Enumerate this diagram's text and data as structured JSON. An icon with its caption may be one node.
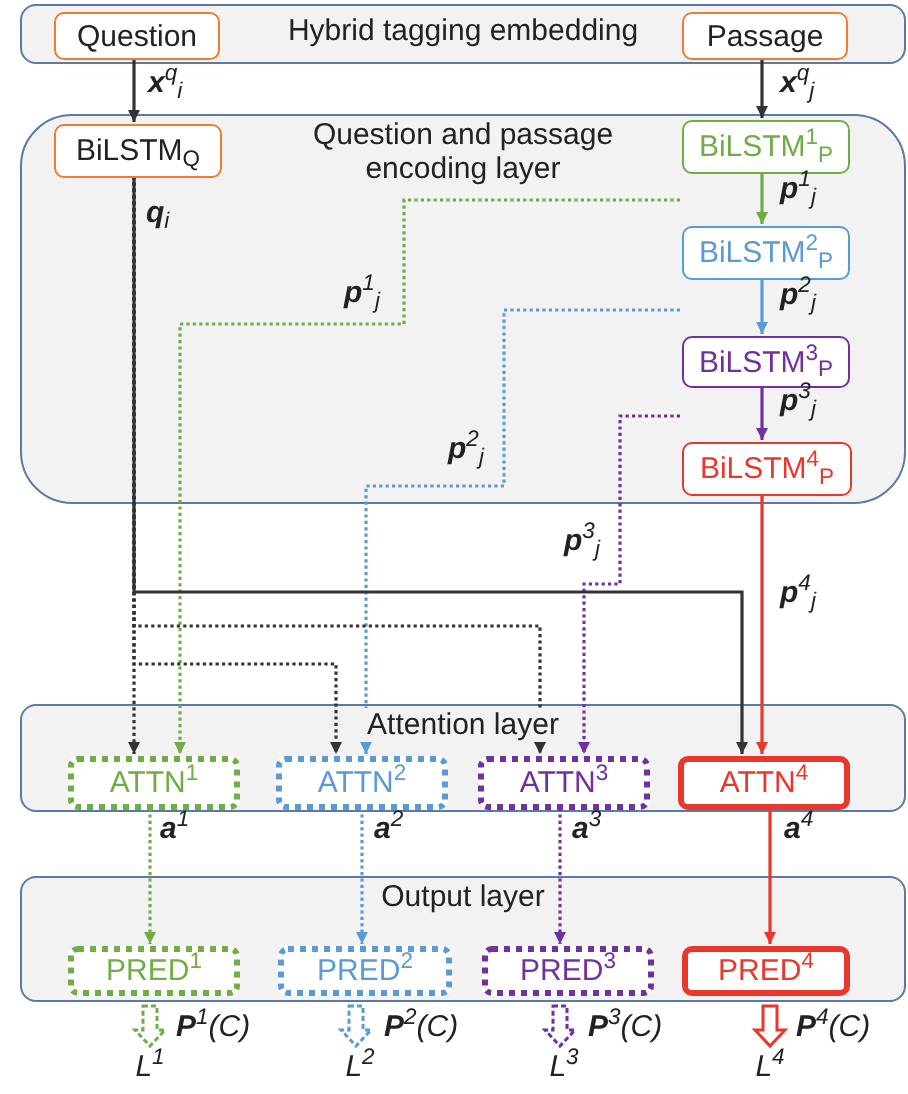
{
  "diagram": {
    "nodes": [
      {
        "text": [
          "Hybrid tagging embedding"
        ]
      },
      {
        "text": [
          "Question"
        ],
        "in": 0
      },
      {
        "text": [
          "Passage"
        ],
        "in": 0
      },
      {
        "text": [
          "Question and passage encoding layer"
        ]
      },
      {
        "text": [
          "BiLSTM$_{Q}$"
        ],
        "in": 3
      },
      {
        "text": [
          "BiLSTM$^{1}$$_{P}$"
        ],
        "in": 3
      },
      {
        "text": [
          "BiLSTM$^{2}$$_{P}$"
        ],
        "in": 3
      },
      {
        "text": [
          "BiLSTM$^{3}$$_{P}$"
        ],
        "in": 3
      },
      {
        "text": [
          "BiLSTM$^{4}$$_{P}$"
        ],
        "in": 3
      },
      {
        "text": [
          "Attention layer"
        ]
      },
      {
        "text": [
          "ATTN$^{1}$"
        ],
        "in": 9
      },
      {
        "text": [
          "ATTN$^{2}$"
        ],
        "in": 9
      },
      {
        "text": [
          "ATTN$^{3}$"
        ],
        "in": 9
      },
      {
        "text": [
          "ATTN$^{4}$"
        ],
        "in": 9
      },
      {
        "text": [
          "Output layer"
        ]
      },
      {
        "text": [
          "PRED$^{1}$"
        ],
        "in": 14
      },
      {
        "text": [
          "PRED$^{2}$"
        ],
        "in": 14
      },
      {
        "text": [
          "PRED$^{3}$"
        ],
        "in": 14
      },
      {
        "text": [
          "PRED$^{4}$"
        ],
        "in": 14
      },
      {
        "text": [
          "L$^{1}$"
        ]
      },
      {
        "text": [
          "L$^{2}$"
        ]
      },
      {
        "text": [
          "L$^{3}$"
        ]
      },
      {
        "text": [
          "L$^{4}$"
        ]
      }
    ],
    "edges": [
      {
        "from": 1,
        "to": 4,
        "arrow": "to",
        "label": "**x**$^{q}$$_{i}$"
      },
      {
        "from": 2,
        "to": 5,
        "arrow": "to",
        "label": "**x**$^{q}$$_{j}$"
      },
      {
        "from": 5,
        "to": 6,
        "arrow": "to",
        "label": "**p**$^{1}$$_{j}$",
        "color": "#70ad47"
      },
      {
        "from": 6,
        "to": 7,
        "arrow": "to",
        "label": "**p**$^{2}$$_{j}$",
        "color": "#5b9bd5"
      },
      {
        "from": 7,
        "to": 8,
        "arrow": "to",
        "label": "**p**$^{3}$$_{j}$",
        "color": "#7030a0"
      },
      {
        "from": 5,
        "to": 10,
        "arrow": "to",
        "label": "**p**$^{1}$$_{j}$",
        "style": "dashed",
        "color": "#70ad47"
      },
      {
        "from": 6,
        "to": 11,
        "arrow": "to",
        "label": "**p**$^{2}$$_{j}$",
        "style": "dashed",
        "color": "#5b9bd5"
      },
      {
        "from": 7,
        "to": 12,
        "arrow": "to",
        "label": "**p**$^{3}$$_{j}$",
        "style": "dashed",
        "color": "#7030a0"
      },
      {
        "from": 8,
        "to": 13,
        "arrow": "to",
        "label": "**p**$^{4}$$_{j}$",
        "color": "#e8372c"
      },
      {
        "from": 4,
        "to": 13,
        "arrow": "to",
        "label": "**q**$_{i}$"
      },
      {
        "from": 4,
        "to": 10,
        "arrow": "to",
        "style": "dashed"
      },
      {
        "from": 4,
        "to": 12,
        "arrow": "to",
        "style": "dashed"
      },
      {
        "from": 4,
        "to": 11,
        "arrow": "to",
        "style": "dashed"
      },
      {
        "from": 10,
        "to": 15,
        "arrow": "to",
        "label": "**a**$^{1}$",
        "style": "dashed",
        "color": "#70ad47"
      },
      {
        "from": 11,
        "to": 16,
        "arrow": "to",
        "label": "**a**$^{2}$",
        "style": "dashed",
        "color": "#5b9bd5"
      },
      {
        "from": 12,
        "to": 17,
        "arrow": "to",
        "label": "**a**$^{3}$",
        "style": "dashed",
        "color": "#7030a0"
      },
      {
        "from": 13,
        "to": 18,
        "arrow": "to",
        "label": "**a**$^{4}$",
        "color": "#e8372c"
      },
      {
        "from": 15,
        "to": 19,
        "arrow": "to",
        "label": "**P**$^{1}$(C)",
        "style": "dashed",
        "color": "#70ad47"
      },
      {
        "from": 16,
        "to": 20,
        "arrow": "to",
        "label": "**P**$^{2}$(C)",
        "style": "dashed",
        "color": "#5b9bd5"
      },
      {
        "from": 17,
        "to": 21,
        "arrow": "to",
        "label": "**P**$^{3}$(C)",
        "style": "dashed",
        "color": "#7030a0"
      },
      {
        "from": 18,
        "to": 22,
        "arrow": "to",
        "label": "**P**$^{4}$(C)",
        "color": "#e8372c"
      }
    ]
  }
}
